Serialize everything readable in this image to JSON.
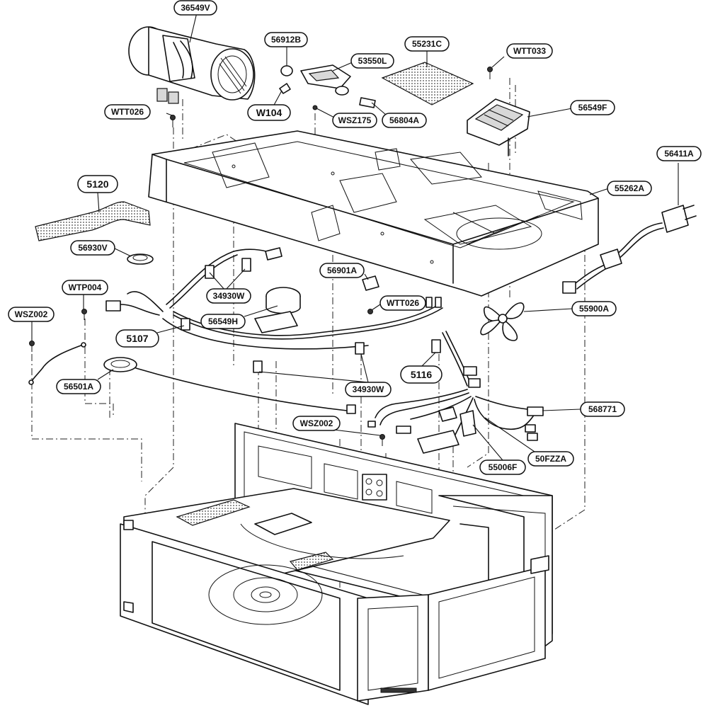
{
  "diagram": {
    "callouts": [
      {
        "id": "c-36549v",
        "label": "36549V"
      },
      {
        "id": "c-56912b",
        "label": "56912B"
      },
      {
        "id": "c-55231c",
        "label": "55231C"
      },
      {
        "id": "c-wtt033",
        "label": "WTT033"
      },
      {
        "id": "c-53550l",
        "label": "53550L"
      },
      {
        "id": "c-wtt026-top",
        "label": "WTT026"
      },
      {
        "id": "c-w104",
        "label": "W104"
      },
      {
        "id": "c-wsz175",
        "label": "WSZ175"
      },
      {
        "id": "c-56804a",
        "label": "56804A"
      },
      {
        "id": "c-56549f",
        "label": "56549F"
      },
      {
        "id": "c-56411a",
        "label": "56411A"
      },
      {
        "id": "c-5120",
        "label": "5120"
      },
      {
        "id": "c-55262a",
        "label": "55262A"
      },
      {
        "id": "c-56930v",
        "label": "56930V"
      },
      {
        "id": "c-56901a",
        "label": "56901A"
      },
      {
        "id": "c-wtp004",
        "label": "WTP004"
      },
      {
        "id": "c-34930w-top",
        "label": "34930W"
      },
      {
        "id": "c-wtt026-mid",
        "label": "WTT026"
      },
      {
        "id": "c-wsz002-left",
        "label": "WSZ002"
      },
      {
        "id": "c-55900a",
        "label": "55900A"
      },
      {
        "id": "c-56549h",
        "label": "56549H"
      },
      {
        "id": "c-5107",
        "label": "5107"
      },
      {
        "id": "c-5116",
        "label": "5116"
      },
      {
        "id": "c-56501a",
        "label": "56501A"
      },
      {
        "id": "c-34930w-bot",
        "label": "34930W"
      },
      {
        "id": "c-568771",
        "label": "568771"
      },
      {
        "id": "c-wsz002-mid",
        "label": "WSZ002"
      },
      {
        "id": "c-50fzza",
        "label": "50FZZA"
      },
      {
        "id": "c-55006f",
        "label": "55006F"
      }
    ]
  }
}
